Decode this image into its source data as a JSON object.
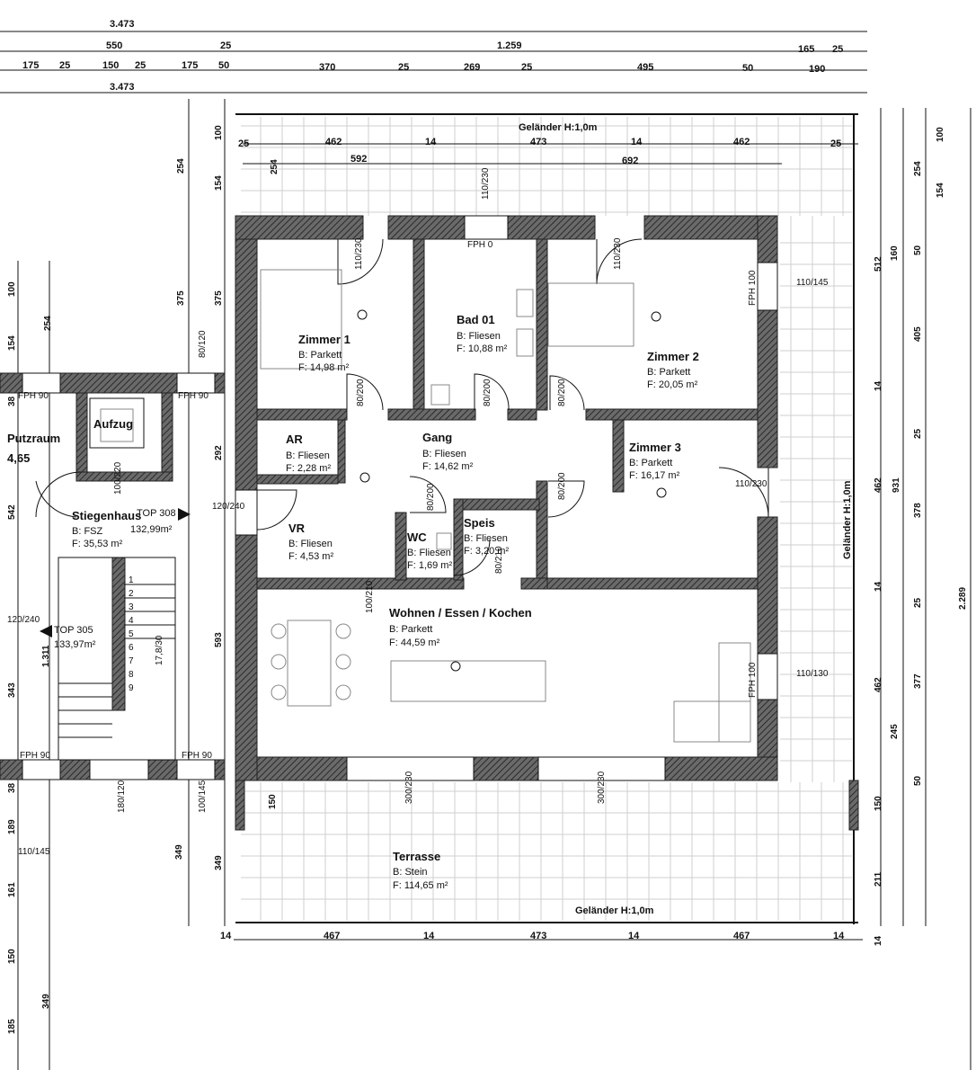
{
  "dimensions": {
    "top_overall_1": "3.473",
    "top_overall_2": "3.473",
    "top_row2": [
      "550",
      "25",
      "1.259",
      "165",
      "25"
    ],
    "top_row3": [
      "175",
      "25",
      "150",
      "25",
      "175",
      "50",
      "370",
      "25",
      "269",
      "25",
      "495",
      "50",
      "190"
    ],
    "balcony_row": [
      "25",
      "462",
      "14",
      "473",
      "14",
      "462",
      "25"
    ],
    "balcony_row2": [
      "254",
      "592",
      "692"
    ],
    "bottom_row": [
      "14",
      "467",
      "14",
      "473",
      "14",
      "467",
      "14"
    ],
    "right_col_a": [
      "100",
      "254",
      "160",
      "50",
      "405",
      "25",
      "378",
      "25",
      "377",
      "245",
      "50"
    ],
    "right_col_b": [
      "154",
      "512",
      "14",
      "462",
      "14",
      "462",
      "150",
      "211",
      "14"
    ],
    "right_overall": [
      "931",
      "2.289"
    ],
    "left_col": [
      "254",
      "375",
      "292",
      "593",
      "349",
      "375",
      "154",
      "100",
      "349",
      "150"
    ],
    "left_far": [
      "100",
      "254",
      "154",
      "38",
      "542",
      "1.311",
      "343",
      "189",
      "161",
      "150",
      "185",
      "349",
      "38"
    ],
    "openings": [
      "110/230",
      "110/230",
      "80/200",
      "80/200",
      "80/200",
      "110/230",
      "80/200",
      "80/200",
      "80/210",
      "100/210",
      "300/230",
      "300/230",
      "120/240",
      "110/145",
      "110/130",
      "110/230",
      "110/145",
      "80/120",
      "100/220",
      "180/120",
      "100/145",
      "120/240"
    ]
  },
  "labels": {
    "railing_top": "Geländer H:1,0m",
    "railing_right": "Geländer H:1,0m",
    "railing_bottom": "Geländer H:1,0m",
    "fph_0": "FPH 0",
    "fph_100": "FPH 100",
    "fph_90": "FPH 90",
    "stair_numbers": [
      "1",
      "2",
      "3",
      "4",
      "5",
      "6",
      "7",
      "8",
      "9"
    ],
    "stair_note": "17,8/30",
    "top308": "TOP 308",
    "top308_area": "132,99m²",
    "top305": "TOP 305",
    "top305_area": "133,97m²"
  },
  "rooms": [
    {
      "name": "Zimmer 1",
      "floor": "B: Parkett",
      "area": "F: 14,98 m²"
    },
    {
      "name": "Bad 01",
      "floor": "B: Fliesen",
      "area": "F: 10,88 m²"
    },
    {
      "name": "Zimmer 2",
      "floor": "B: Parkett",
      "area": "F: 20,05 m²"
    },
    {
      "name": "AR",
      "floor": "B: Fliesen",
      "area": "F: 2,28 m²"
    },
    {
      "name": "Gang",
      "floor": "B: Fliesen",
      "area": "F: 14,62 m²"
    },
    {
      "name": "Zimmer 3",
      "floor": "B: Parkett",
      "area": "F: 16,17 m²"
    },
    {
      "name": "VR",
      "floor": "B: Fliesen",
      "area": "F: 4,53 m²"
    },
    {
      "name": "WC",
      "floor": "B: Fliesen",
      "area": "F: 1,69 m²"
    },
    {
      "name": "Speis",
      "floor": "B: Fliesen",
      "area": "F: 3,20 m²"
    },
    {
      "name": "Wohnen / Essen / Kochen",
      "floor": "B: Parkett",
      "area": "F: 44,59 m²"
    },
    {
      "name": "Terrasse",
      "floor": "B: Stein",
      "area": "F: 114,65 m²"
    },
    {
      "name": "Stiegenhaus",
      "floor": "B: FSZ",
      "area": "F: 35,53 m²"
    },
    {
      "name": "Putzraum",
      "floor": "",
      "area": "4,65"
    },
    {
      "name": "Aufzug",
      "floor": "",
      "area": ""
    }
  ],
  "colors": {
    "wall": "#5a5a5a",
    "grid": "#cfcfcf",
    "ink": "#111111"
  }
}
